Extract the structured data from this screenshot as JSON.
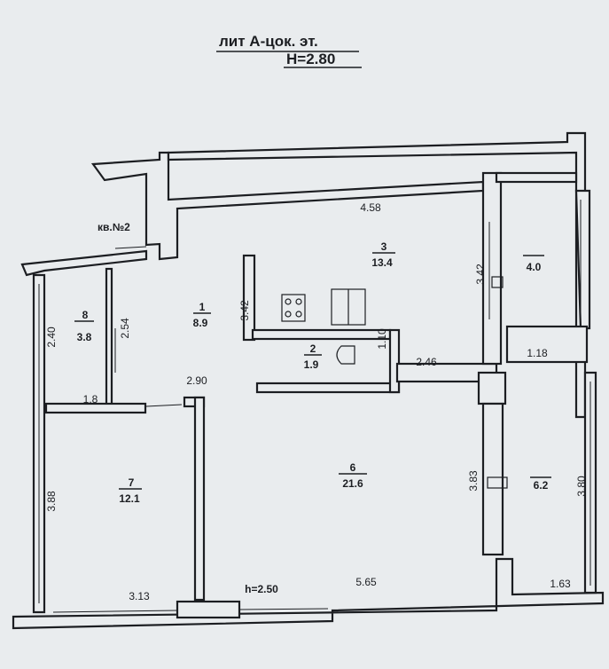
{
  "header": {
    "title": "лит А-цок. эт.",
    "height_label": "H=2.80"
  },
  "apartment_label": "кв.№2",
  "floor_height_label": "h=2.50",
  "rooms": [
    {
      "number": "1",
      "area": "8.9"
    },
    {
      "number": "2",
      "area": "1.9"
    },
    {
      "number": "3",
      "area": "13.4"
    },
    {
      "number": "",
      "area": "4.0"
    },
    {
      "number": "6",
      "area": "21.6"
    },
    {
      "number": "",
      "area": "6.2"
    },
    {
      "number": "7",
      "area": "12.1"
    },
    {
      "number": "8",
      "area": "3.8"
    }
  ],
  "dimensions": [
    "4.58",
    "3.42",
    "3.42",
    "2.54",
    "2.40",
    "1.8",
    "2.90",
    "1.10",
    "2.46",
    "1.18",
    "3.88",
    "3.83",
    "3.80",
    "3.13",
    "5.65",
    "1.63"
  ]
}
